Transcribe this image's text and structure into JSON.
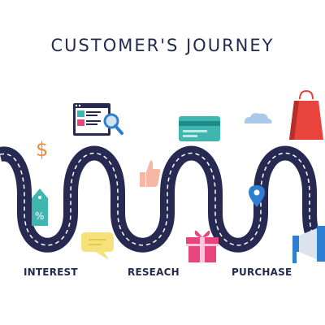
{
  "title": "CUSTOMER'S JOURNEY",
  "stages": [
    {
      "label": "INTEREST"
    },
    {
      "label": "RESEACH"
    },
    {
      "label": "PURCHASE"
    }
  ],
  "decorations": {
    "dollar_sign": "$",
    "percent_tag": "%",
    "colors": {
      "road": "#262a52",
      "road_dash": "#ffffff",
      "title": "#252a4f",
      "teal": "#3fb6b0",
      "pink": "#e8457c",
      "orange": "#ef8a3c",
      "yellow": "#f6e27a",
      "blue": "#2f7fd1",
      "red": "#e8443d",
      "cloud": "#a9c9ea",
      "thumb": "#f6b8a5"
    },
    "icons": [
      "browser-search-icon",
      "dollar-icon",
      "price-tag-icon",
      "speech-bubble-icon",
      "thumbs-up-icon",
      "credit-card-icon",
      "gift-box-icon",
      "cloud-icon",
      "location-pin-icon",
      "shopping-bag-icon",
      "megaphone-icon"
    ]
  }
}
